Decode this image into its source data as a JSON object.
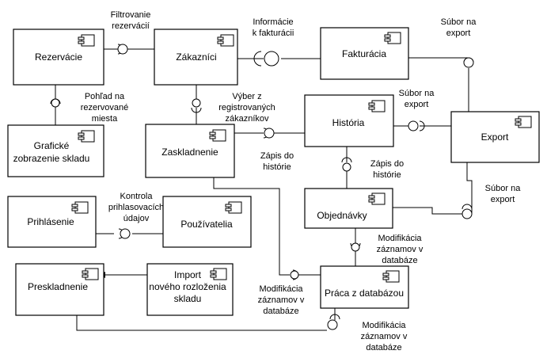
{
  "components": {
    "rezervacie": "Rezervácie",
    "zakaznici": "Zákazníci",
    "fakturacia": "Fakturácia",
    "historia": "História",
    "export": "Export",
    "graficke": [
      "Grafické",
      "zobrazenie skladu"
    ],
    "zaskladnenie": "Zaskladnenie",
    "objednavky": "Objednávky",
    "prihlasenie": "Prihlásenie",
    "pouzivatelia": "Používatelia",
    "preskladnenie": "Preskladnenie",
    "import": [
      "Import",
      "nového rozloženia",
      "skladu"
    ],
    "praca": "Práca z databázou"
  },
  "interfaces": {
    "filtrovanie": [
      "Filtrovanie",
      "rezervácií"
    ],
    "informacie": [
      "Informácie",
      "k fakturácii"
    ],
    "subor_top": [
      "Súbor na",
      "export"
    ],
    "pohlad": [
      "Pohľad na",
      "rezervované",
      "miesta"
    ],
    "vyber": [
      "Výber z",
      "registrovaných",
      "zákazníkov"
    ],
    "subor_mid": [
      "Súbor na",
      "export"
    ],
    "zapis1": [
      "Zápis do",
      "histórie"
    ],
    "zapis2": [
      "Zápis do",
      "histórie"
    ],
    "subor_right": [
      "Súbor na",
      "export"
    ],
    "kontrola": [
      "Kontrola",
      "prihlasovacích",
      "údajov"
    ],
    "modif_top": [
      "Modifikácia",
      "záznamov v",
      "databáze"
    ],
    "modif_left": [
      "Modifikácia",
      "záznamov v",
      "databáze"
    ],
    "modif_bottom": [
      "Modifikácia",
      "záznamov v",
      "databáze"
    ]
  }
}
